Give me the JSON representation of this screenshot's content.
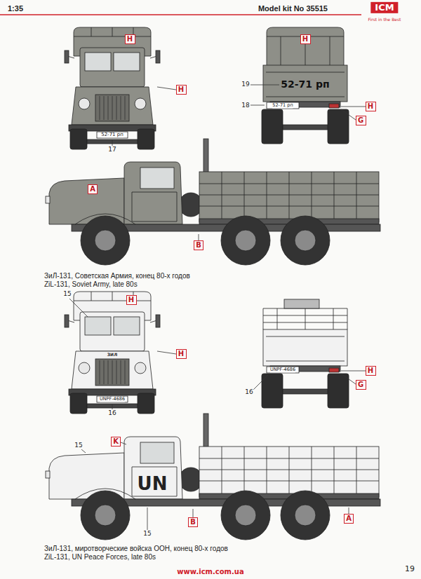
{
  "diagram": {
    "nodes": [
      {
        "text": [
          "H"
        ]
      },
      {
        "text": [
          "H"
        ]
      },
      {
        "text": [
          "H"
        ]
      },
      {
        "text": [
          "H"
        ]
      },
      {
        "text": [
          "G"
        ]
      },
      {
        "text": [
          "A"
        ]
      },
      {
        "text": [
          "B"
        ]
      },
      {
        "text": [
          "H"
        ]
      },
      {
        "text": [
          "H"
        ]
      },
      {
        "text": [
          "H"
        ]
      },
      {
        "text": [
          "G"
        ]
      },
      {
        "text": [
          "K"
        ]
      },
      {
        "text": [
          "B"
        ]
      },
      {
        "text": [
          "A"
        ]
      }
    ],
    "labels": [
      "1:35",
      "Model kit No 35515",
      "ICM",
      "First in the Best",
      "52-71 рп",
      "17",
      "19",
      "52-71 рп",
      "18",
      "52-71 рп",
      "ЗиЛ-131, Советская Армия, конец 80-х годов",
      "ZiL-131, Soviet Army, late 80s",
      "15",
      "ЗИЛ",
      "UNPF-4686",
      "16",
      "UNPF-4686",
      "16",
      "15",
      "UN",
      "15",
      "ЗиЛ-131, миротворческие войска ООН, конец 80-х годов",
      "ZiL-131, UN Peace Forces, late 80s",
      "www.icm.com.ua",
      "19"
    ]
  }
}
